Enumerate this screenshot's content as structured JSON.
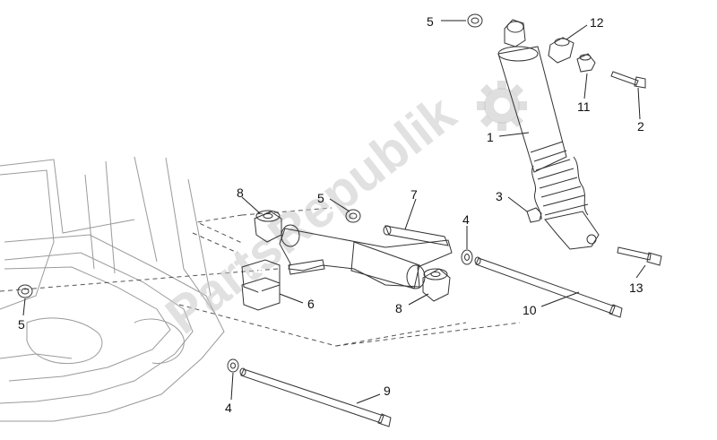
{
  "watermark": {
    "text": "PartsRepublik",
    "icon": "gear-icon"
  },
  "callouts": {
    "shock_absorber": "1",
    "bolt_upper": "2",
    "bushing_lower_shock": "3",
    "washer_upper": "4",
    "washer_lower": "4",
    "bushing_top": "5",
    "bushing_mid": "5",
    "bushing_left": "5",
    "rubber_block": "6",
    "connecting_arm": "7",
    "silentblock_upper": "8",
    "silentblock_lower": "8",
    "long_bolt_lower": "9",
    "long_bolt_upper": "10",
    "spacer": "11",
    "bushing_shock_top": "12",
    "bolt_lower": "13"
  }
}
